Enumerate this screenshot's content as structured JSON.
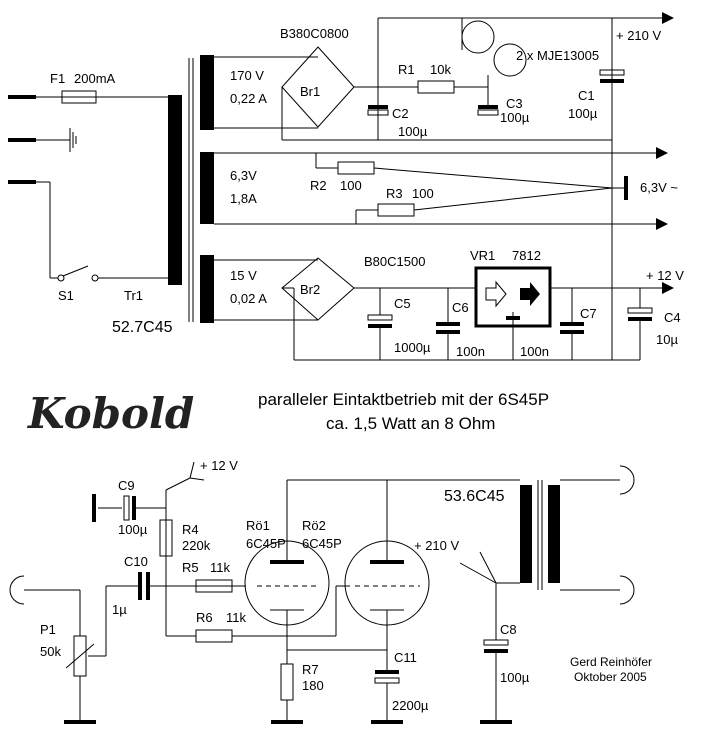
{
  "labels": {
    "f1": "F1",
    "f1_val": "200mA",
    "s1": "S1",
    "tr1": "Tr1",
    "tr1_type": "52.7C45",
    "br1_type": "B380C0800",
    "br1": "Br1",
    "sec1_v": "170 V",
    "sec1_a": "0,22 A",
    "r1": "R1",
    "r1_val": "10k",
    "c2": "C2",
    "c2_val": "100µ",
    "c3": "C3",
    "c3_val": "100µ",
    "c1": "C1",
    "c1_val": "100µ",
    "q": "2 x MJE13005",
    "out_210": "+ 210 V",
    "sec2_v": "6,3V",
    "sec2_a": "1,8A",
    "r2": "R2",
    "r2_val": "100",
    "r3": "R3",
    "r3_val": "100",
    "out_63": "6,3V ~",
    "sec3_v": "15 V",
    "sec3_a": "0,02 A",
    "br2_type": "B80C1500",
    "br2": "Br2",
    "c5": "C5",
    "c5_val": "1000µ",
    "c6": "C6",
    "c6_val": "100n",
    "vr1": "VR1",
    "vr1_type": "7812",
    "c7": "C7",
    "c7_val": "100n",
    "c4": "C4",
    "c4_val": "10µ",
    "out_12": "+ 12 V",
    "logo": "Kobold",
    "title1": "paralleler Eintaktbetrieb mit der 6S45P",
    "title2": "ca. 1,5 Watt an 8 Ohm",
    "c9": "C9",
    "c9_val": "100µ",
    "plus12": "+ 12 V",
    "r4": "R4",
    "r4_val": "220k",
    "c10": "C10",
    "c10_val": "1µ",
    "p1": "P1",
    "p1_val": "50k",
    "r5": "R5",
    "r5_val": "11k",
    "r6": "R6",
    "r6_val": "11k",
    "ro1": "Rö1",
    "ro1_type": "6C45P",
    "ro2": "Rö2",
    "ro2_type": "6C45P",
    "out_tr": "53.6C45",
    "plus210": "+ 210 V",
    "r7": "R7",
    "r7_val": "180",
    "c11": "C11",
    "c11_val": "2200µ",
    "c8": "C8",
    "c8_val": "100µ",
    "author": "Gerd Reinhöfer",
    "date": "Oktober 2005"
  }
}
